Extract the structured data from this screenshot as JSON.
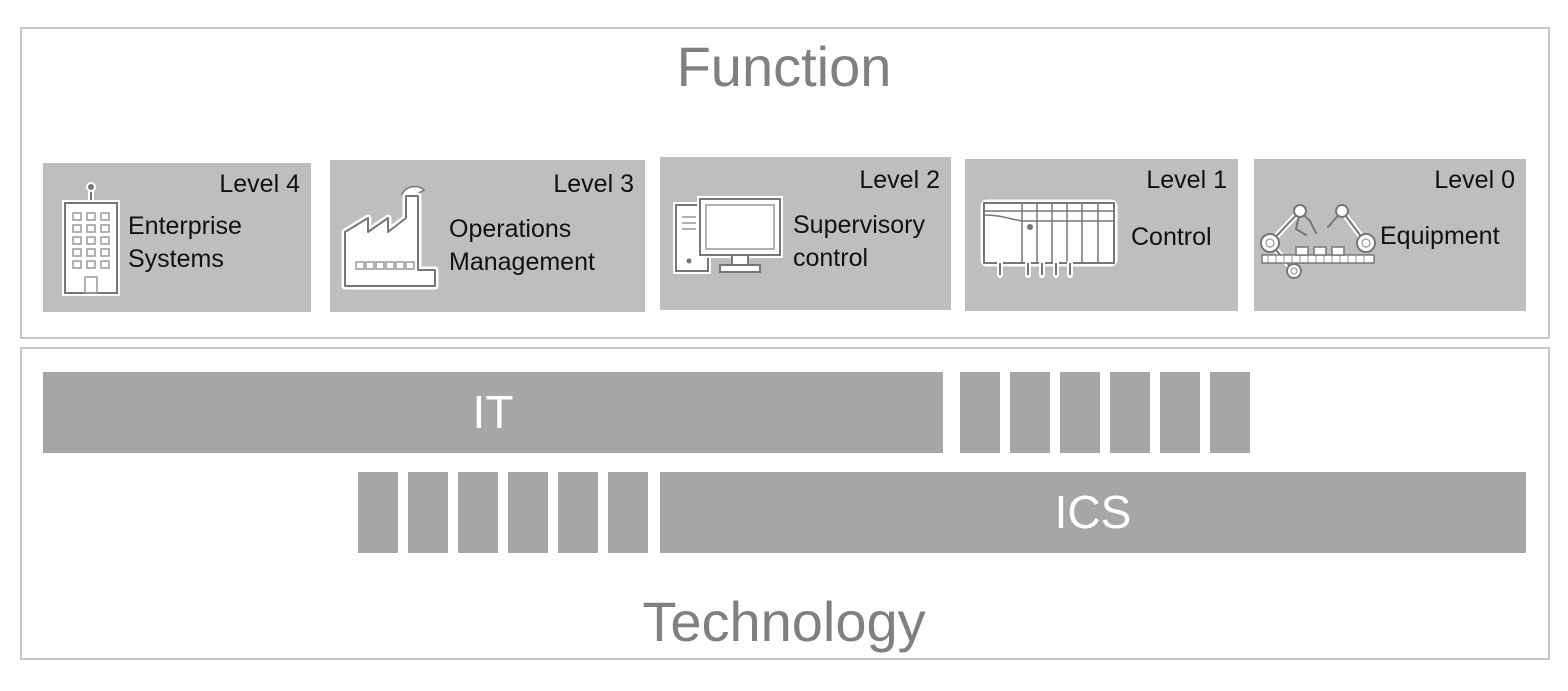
{
  "function_panel": {
    "title": "Function",
    "levels": [
      {
        "level": "Level 4",
        "name_line1": "Enterprise",
        "name_line2": "Systems",
        "icon": "office-building-icon"
      },
      {
        "level": "Level 3",
        "name_line1": "Operations",
        "name_line2": "Management",
        "icon": "factory-icon"
      },
      {
        "level": "Level 2",
        "name_line1": "Supervisory",
        "name_line2": "control",
        "icon": "desktop-computer-icon"
      },
      {
        "level": "Level 1",
        "name_line1": "Control",
        "name_line2": "",
        "icon": "plc-controller-icon"
      },
      {
        "level": "Level 0",
        "name_line1": "Equipment",
        "name_line2": "",
        "icon": "robotic-arms-icon"
      }
    ]
  },
  "technology_panel": {
    "title": "Technology",
    "it_bar": {
      "label": "IT",
      "extension_segments": 6
    },
    "ics_bar": {
      "label": "ICS",
      "extension_segments": 6
    }
  },
  "colors": {
    "card_background": "#bebebe",
    "bar_fill": "#a6a6a6",
    "title_text": "#808080",
    "panel_border": "#c9c9c9"
  }
}
